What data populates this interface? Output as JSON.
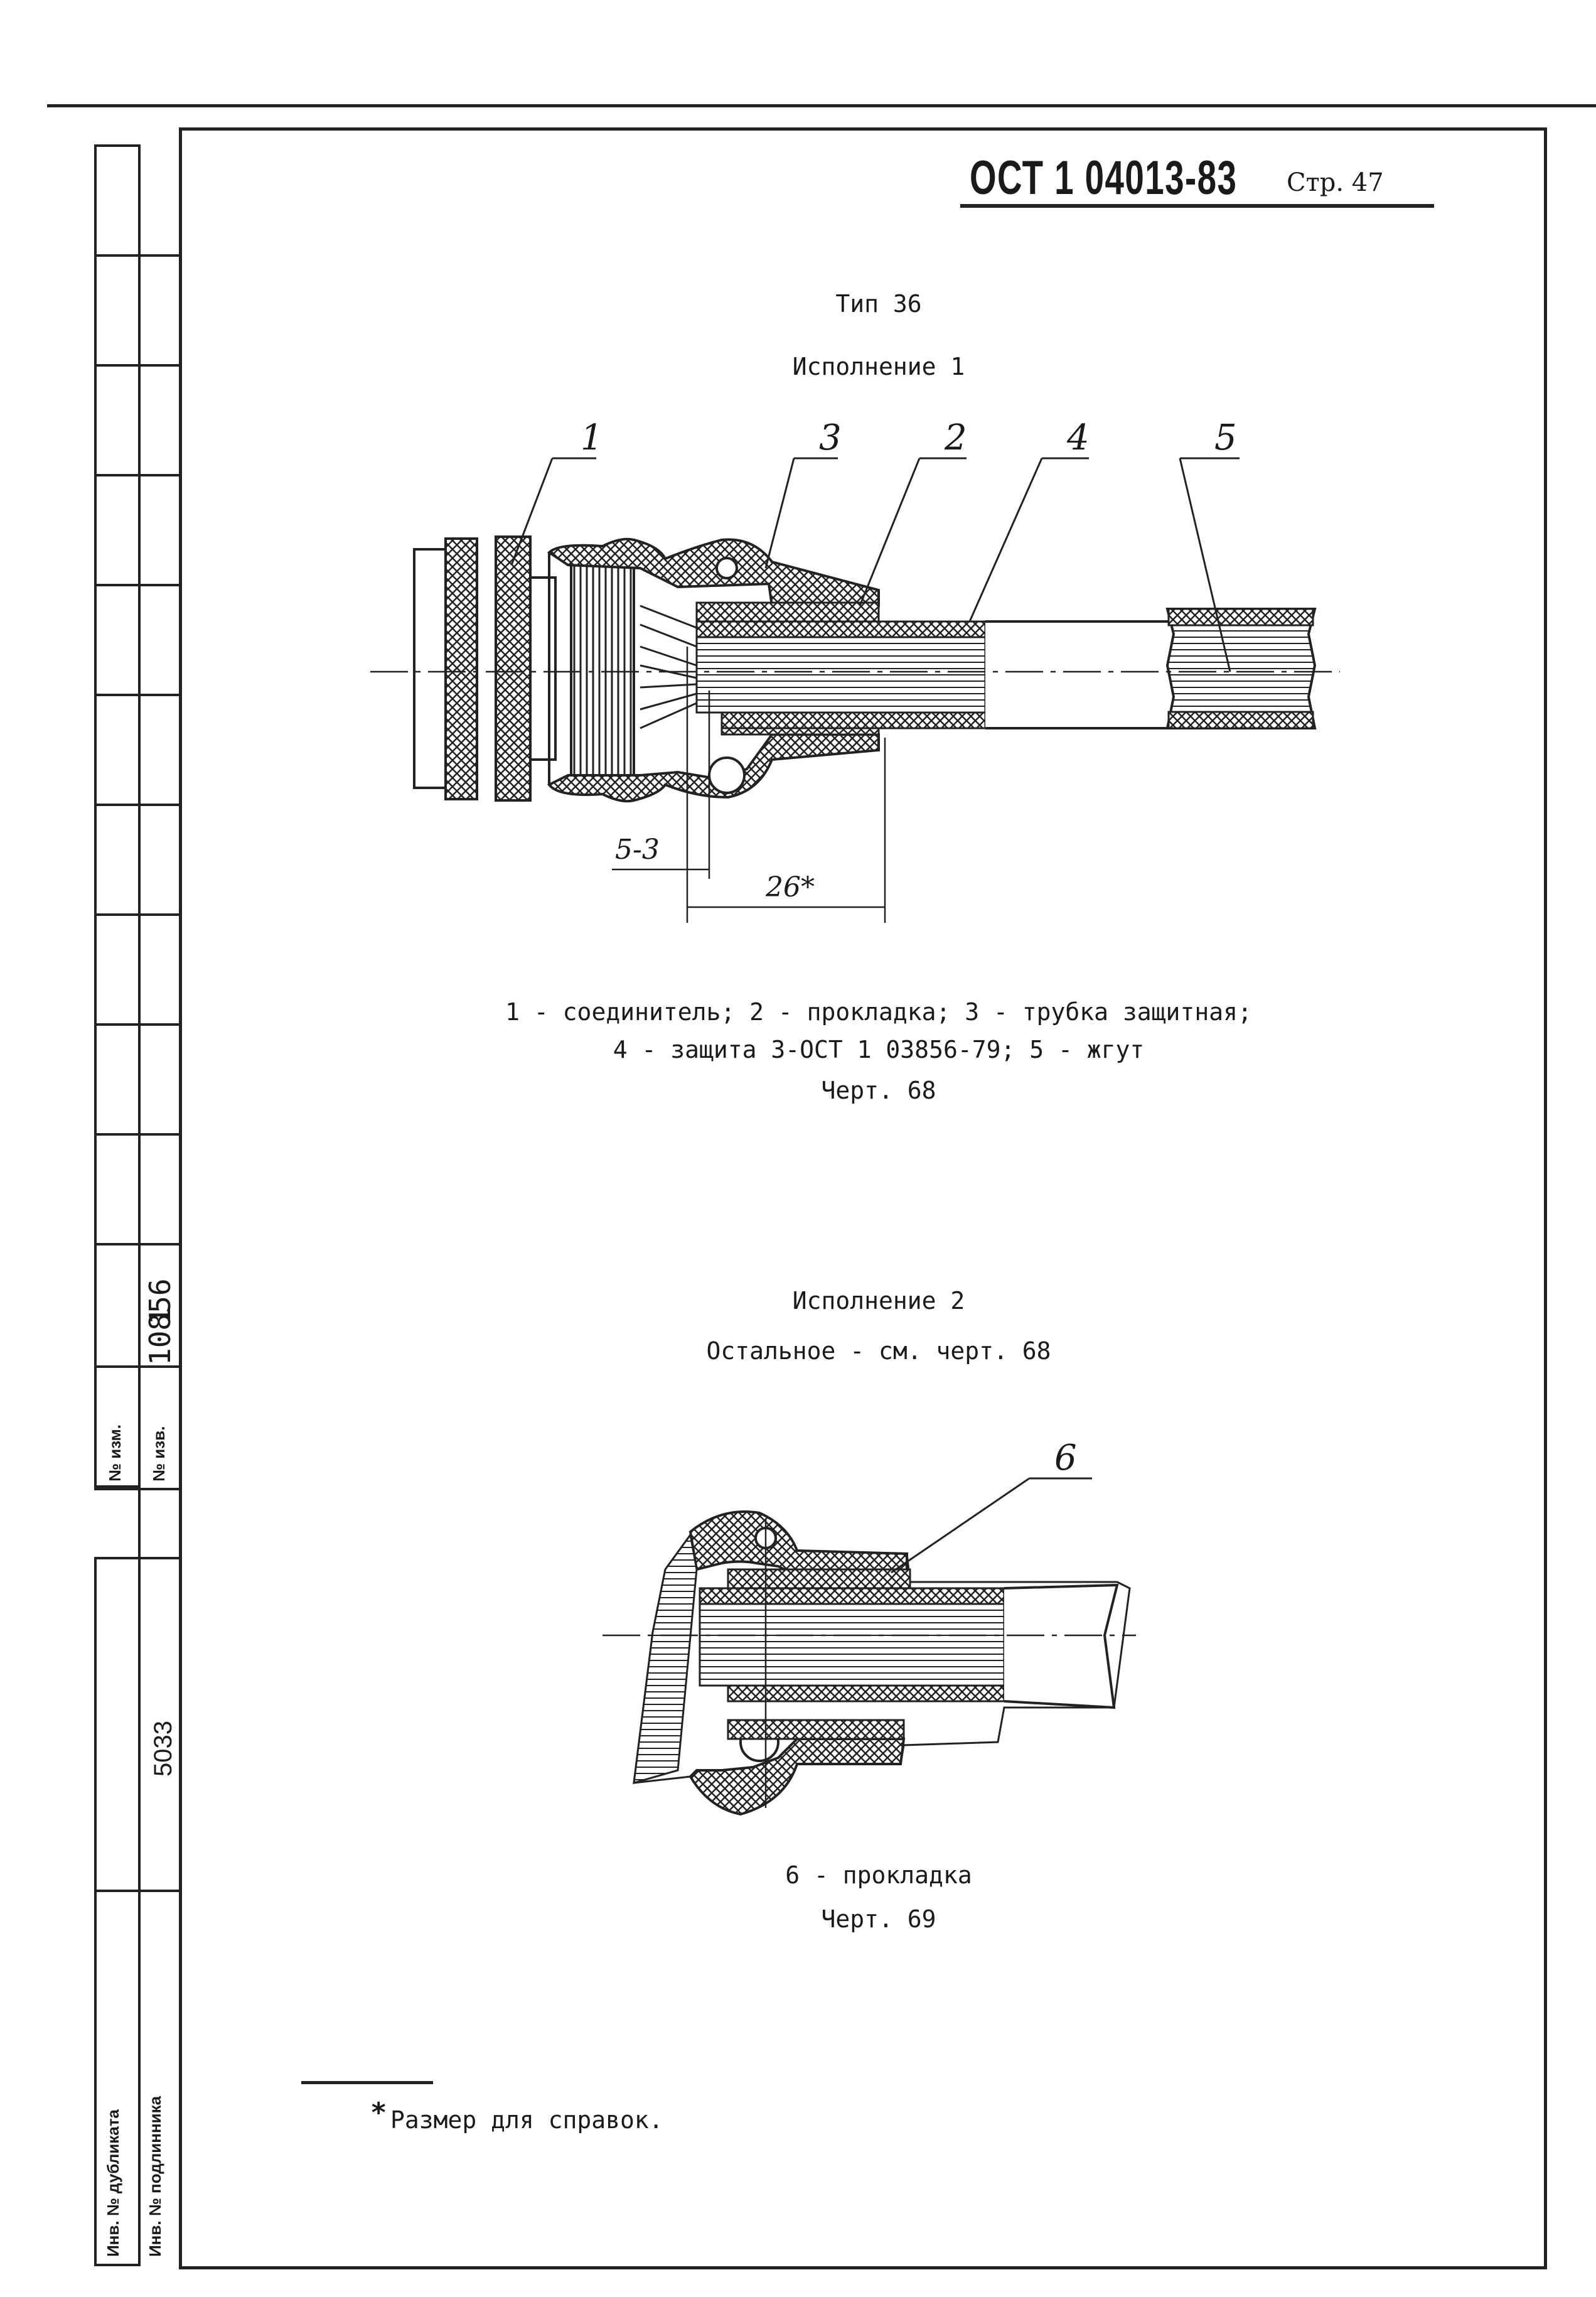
{
  "header": {
    "doc_code": "ОСТ 1 04013-83",
    "page_label": "Стр. 47"
  },
  "side_table": {
    "izm_label": "№ изм.",
    "izm_value": "1",
    "izv_label": "№ изв.",
    "izv_value": "10856",
    "inv_dup_label": "Инв. № дубликата",
    "inv_orig_label": "Инв. № подлинника",
    "inv_orig_value": "5033"
  },
  "section1": {
    "type_title": "Тип 36",
    "variant": "Исполнение 1",
    "labels": [
      "1",
      "3",
      "2",
      "4",
      "5"
    ],
    "dim_small": "5-3",
    "dim_large": "26*",
    "legend_line1": "1 - соединитель; 2 - прокладка; 3 - трубка защитная;",
    "legend_line2": "4 - защита 3-ОСТ 1 03856-79; 5 - жгут",
    "caption": "Черт. 68"
  },
  "section2": {
    "variant": "Исполнение 2",
    "note": "Остальное - см. черт. 68",
    "label": "6",
    "legend": "6 - прокладка",
    "caption": "Черт. 69"
  },
  "footnote": {
    "marker": "*",
    "text": "Размер для справок."
  }
}
